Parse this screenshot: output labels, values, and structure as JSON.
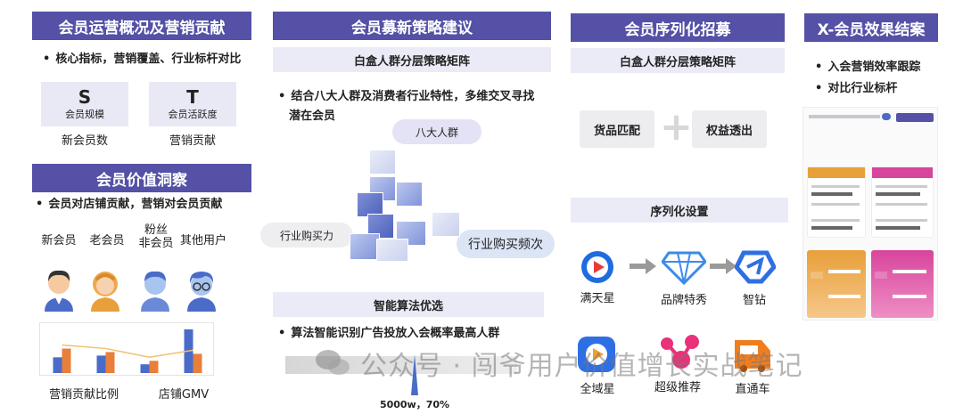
{
  "col1": {
    "header1": "会员运营概况及营销贡献",
    "bullet1": "核心指标，营销覆盖、行业标杆对比",
    "box_s": {
      "letter": "S",
      "label": "会员规模"
    },
    "box_t": {
      "letter": "T",
      "label": "会员活跃度"
    },
    "below_s": "新会员数",
    "below_t": "营销贡献",
    "header2": "会员价值洞察",
    "bullet2": "会员对店铺贡献，营销对会员贡献",
    "types": [
      "新会员",
      "老会员",
      "粉丝\n非会员",
      "其他用户"
    ],
    "chart_label1": "营销贡献比例",
    "chart_label2": "店铺GMV"
  },
  "col2": {
    "header": "会员募新策略建议",
    "sub1": "白盒人群分层策略矩阵",
    "bullet1a": "结合八大人群及消费者行业特性，多维交叉寻找",
    "bullet1b": "潜在会员",
    "pill_top": "八大人群",
    "pill_left": "行业购买力",
    "pill_right": "行业购买频次",
    "sub2": "智能算法优选",
    "bullet2": "算法智能识别广告投放入会概率最高人群",
    "metric": "5000w，70%"
  },
  "col3": {
    "header": "会员序列化招募",
    "sub1": "白盒人群分层策略矩阵",
    "box_left": "货品匹配",
    "plus": "+",
    "box_right": "权益透出",
    "sub2": "序列化设置",
    "products": [
      "满天星",
      "品牌特秀",
      "智钻",
      "全域星",
      "超级推荐",
      "直通车"
    ]
  },
  "col4": {
    "header": "X-会员效果结案",
    "bullet1": "入会营销效率跟踪",
    "bullet2": "对比行业标杆"
  },
  "watermark": "公众号 · 闯爷用户价值增长实战笔记",
  "colors": {
    "header": "#5451a6",
    "sub": "#ebebf7",
    "bar_blue": "#4a6cc8",
    "bar_orange": "#e87f3a",
    "orange": "#e8a03a",
    "pink": "#d8459c"
  },
  "chart_data": {
    "type": "bar",
    "categories": [
      "1",
      "2",
      "3",
      "4"
    ],
    "series": [
      {
        "values": [
          18,
          20,
          10,
          50
        ]
      },
      {
        "values": [
          28,
          24,
          14,
          22
        ]
      }
    ],
    "ylim": [
      0,
      55
    ]
  }
}
